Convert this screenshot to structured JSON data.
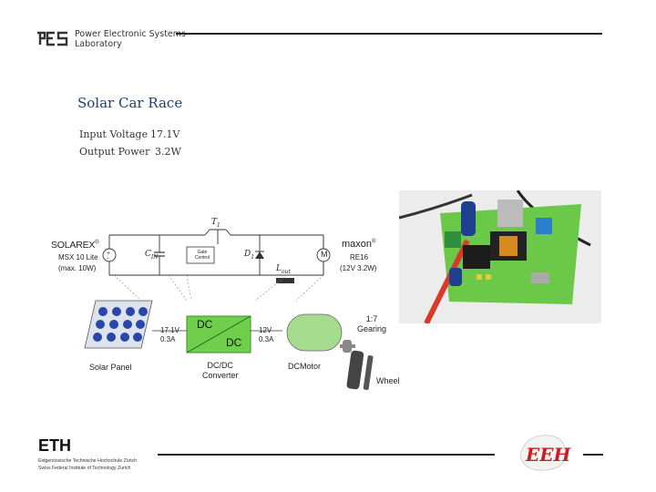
{
  "header": {
    "logo_text": "PES",
    "lab_line1": "Power Electronic Systems",
    "lab_line2": "Laboratory"
  },
  "title": "Solar Car Race",
  "specs": [
    {
      "label": "Input Voltage",
      "value": "17.1V"
    },
    {
      "label": "Output Power",
      "value": "3.2W"
    }
  ],
  "diagram": {
    "solar_brand": "SOLAREX",
    "solar_model": "MSX 10 Lite",
    "solar_rating": "(max. 10W)",
    "t1": "T",
    "t1_sub": "1",
    "cin": "C",
    "cin_sub": "IN",
    "gate_control_1": "Gate",
    "gate_control_2": "Control",
    "d1": "D",
    "d1_sub": "1",
    "lout": "L",
    "lout_sub": "out",
    "motor_symbol": "M",
    "motor_brand": "maxon",
    "motor_model": "RE16",
    "motor_rating": "(12V 3.2W)",
    "input_v": "17.1V",
    "input_i": "0.3A",
    "output_v": "12V",
    "output_i": "0.3A",
    "dc_top": "DC",
    "dc_bottom": "DC",
    "converter_1": "DC/DC",
    "converter_2": "Converter",
    "solar_panel": "Solar Panel",
    "dc_motor": "DCMotor",
    "gearing_ratio": "1:7",
    "gearing": "Gearing",
    "wheel": "Wheel"
  },
  "footer": {
    "eth": "ETH",
    "eth_line1": "Eidgenössische Technische Hochschule Zürich",
    "eth_line2": "Swiss Federal Institute of Technology Zurich",
    "eeh_logo": "EEH"
  },
  "colors": {
    "title": "#1d3f6e",
    "converter_box": "#6fcf4d",
    "motor_body": "#a6dc8e",
    "pcb": "#6bc848",
    "rules": "#222222"
  }
}
